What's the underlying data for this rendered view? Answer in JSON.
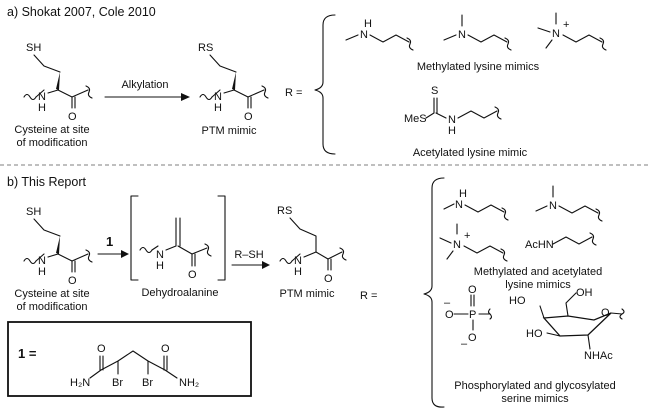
{
  "panel_a": {
    "header": "a) Shokat 2007, Cole 2010",
    "arrow_label": "Alkylation",
    "start_caption_1": "Cysteine at site",
    "start_caption_2": "of modification",
    "product_caption": "PTM mimic",
    "r_equals": "R =",
    "methyl_caption": "Methylated lysine mimics",
    "acetyl_caption": "Acetylated lysine mimic"
  },
  "panel_b": {
    "header": "b) This Report",
    "reagent_number": "1",
    "reagent_label": "1  =",
    "arrow_label": "R–SH",
    "intermediate_caption": "Dehydroalanine",
    "start_caption_1": "Cysteine at site",
    "start_caption_2": "of modification",
    "product_caption": "PTM mimic",
    "r_equals": "R =",
    "lysine_caption_1": "Methylated and acetylated",
    "lysine_caption_2": "lysine mimics",
    "serine_caption_1": "Phosphorylated and glycosylated",
    "serine_caption_2": "serine mimics"
  },
  "atoms": {
    "sh": "SH",
    "rs": "RS",
    "nh": "H",
    "n": "N",
    "o": "O",
    "n_plus": "+",
    "mes": "MeS",
    "achn": "AcHN",
    "h2n": "H₂N",
    "nh2": "NH₂",
    "br": "Br",
    "p": "P",
    "minus": "–",
    "oh": "OH",
    "ho": "HO",
    "nhac": "NHAc"
  }
}
